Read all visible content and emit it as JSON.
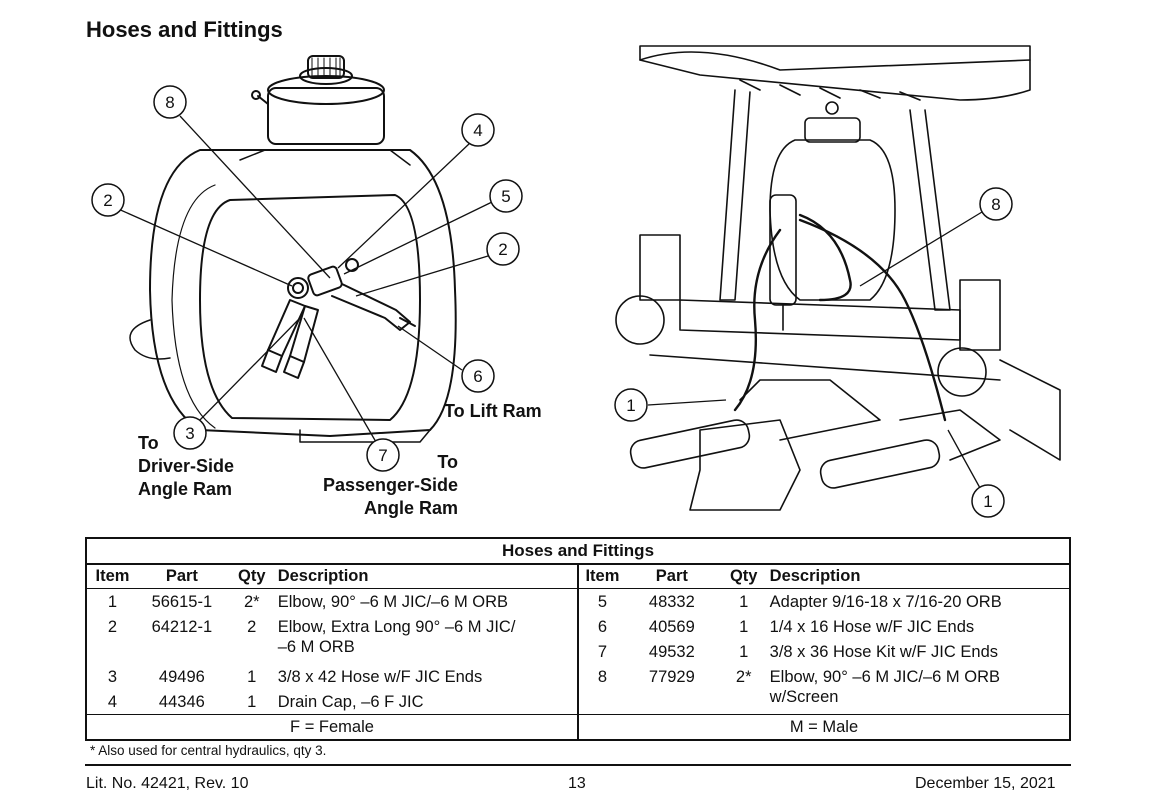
{
  "page_title": "Hoses and Fittings",
  "callouts": {
    "left_8": "8",
    "left_4": "4",
    "left_2a": "2",
    "left_5": "5",
    "left_2b": "2",
    "left_6": "6",
    "left_3": "3",
    "left_7": "7",
    "right_8": "8",
    "right_1a": "1",
    "right_1b": "1"
  },
  "labels": {
    "to_lift_ram": "To Lift Ram",
    "driver_side": [
      "To",
      "Driver-Side",
      "Angle Ram"
    ],
    "passenger_side": [
      "To",
      "Passenger-Side",
      "Angle Ram"
    ]
  },
  "table": {
    "caption": "Hoses and Fittings",
    "headers": [
      "Item",
      "Part",
      "Qty",
      "Description"
    ],
    "left_rows": [
      {
        "item": "1",
        "part": "56615-1",
        "qty": "2*",
        "description": "Elbow, 90° –6 M JIC/–6 M ORB"
      },
      {
        "item": "2",
        "part": "64212-1",
        "qty": "2",
        "description": "Elbow, Extra Long 90° –6 M JIC/",
        "description2": "–6 M ORB"
      },
      {
        "item": "3",
        "part": "49496",
        "qty": "1",
        "description": "3/8 x 42 Hose w/F JIC Ends"
      },
      {
        "item": "4",
        "part": "44346",
        "qty": "1",
        "description": "Drain Cap, –6 F JIC"
      }
    ],
    "right_rows": [
      {
        "item": "5",
        "part": "48332",
        "qty": "1",
        "description": "Adapter 9/16-18 x 7/16-20 ORB"
      },
      {
        "item": "6",
        "part": "40569",
        "qty": "1",
        "description": "1/4 x 16 Hose w/F JIC Ends"
      },
      {
        "item": "7",
        "part": "49532",
        "qty": "1",
        "description": "3/8 x 36 Hose Kit w/F JIC Ends"
      },
      {
        "item": "8",
        "part": "77929",
        "qty": "2*",
        "description": "Elbow, 90° –6 M JIC/–6 M ORB",
        "description2": "w/Screen"
      }
    ],
    "legend_left": "F = Female",
    "legend_right": "M = Male"
  },
  "footnote": "* Also used for central hydraulics, qty 3.",
  "footer": {
    "lit_no": "Lit. No. 42421, Rev. 10",
    "page_number": "13",
    "date": "December 15, 2021"
  }
}
